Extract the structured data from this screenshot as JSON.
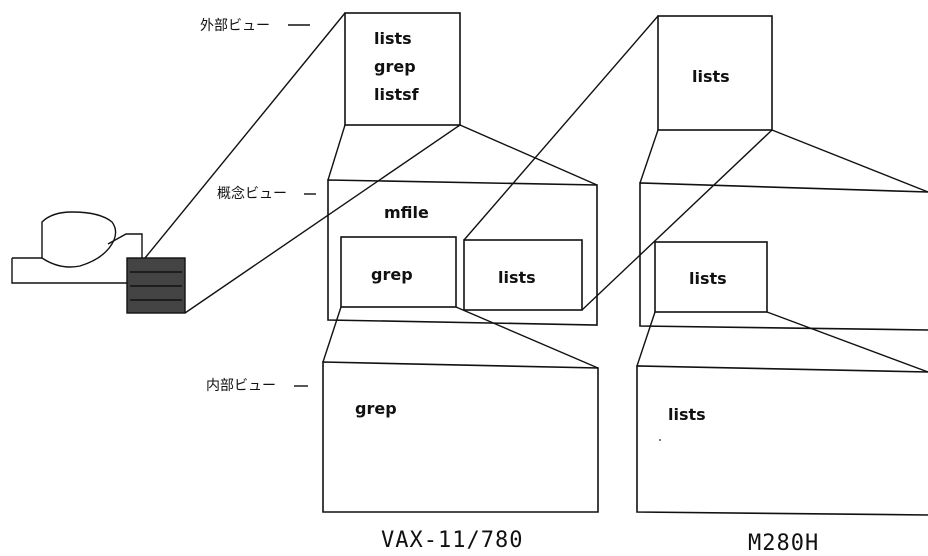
{
  "view_labels": {
    "external": "外部ビュー",
    "conceptual": "概念ビュー",
    "internal": "内部ビュー"
  },
  "vax": {
    "external_items": [
      "lists",
      "grep",
      "listsf"
    ],
    "conceptual_title": "mfile",
    "conceptual_items": [
      "grep",
      "lists"
    ],
    "internal_item": "grep",
    "machine_name": "VAX-11/780"
  },
  "m280": {
    "external_item": "lists",
    "conceptual_item": "lists",
    "internal_item": "lists",
    "machine_name": "M280H"
  },
  "icons": {
    "user": "user-at-terminal-icon"
  },
  "colors": {
    "line": "#111111",
    "terminal_fill": "#444444"
  }
}
